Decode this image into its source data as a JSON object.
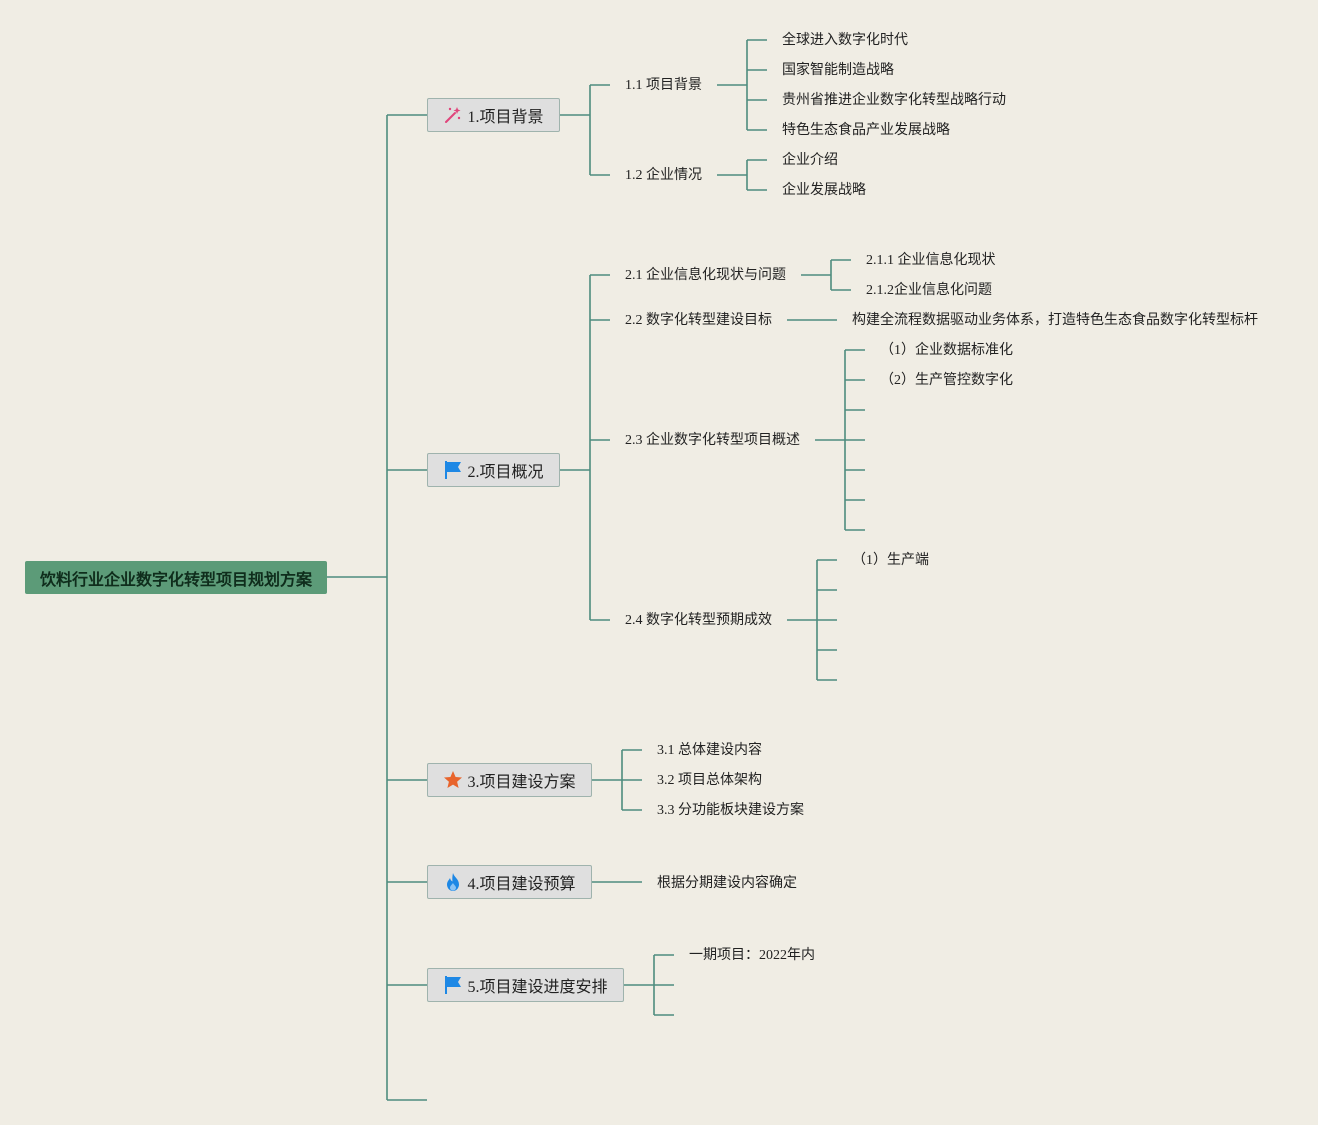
{
  "root": {
    "label": "饮料行业企业数字化转型项目规划方案"
  },
  "topics": [
    {
      "label": "1.项目背景",
      "icon": "magic-wand-icon",
      "children": [
        {
          "label": "1.1 项目背景",
          "children": [
            "全球进入数字化时代",
            "国家智能制造战略",
            "贵州省推进企业数字化转型战略行动",
            "特色生态食品产业发展战略"
          ]
        },
        {
          "label": "1.2 企业情况",
          "children": [
            "企业介绍",
            "企业发展战略"
          ]
        }
      ]
    },
    {
      "label": "2.项目概况",
      "icon": "flag-icon",
      "children": [
        {
          "label": "2.1 企业信息化现状与问题",
          "children": [
            "2.1.1 企业信息化现状",
            "2.1.2企业信息化问题"
          ]
        },
        {
          "label": "2.2 数字化转型建设目标",
          "children": [
            "构建全流程数据驱动业务体系，打造特色生态食品数字化转型标杆"
          ]
        },
        {
          "label": "2.3 企业数字化转型项目概述",
          "children": [
            "（1）企业数据标准化",
            "（2）生产管控数字化"
          ]
        },
        {
          "label": "2.4 数字化转型预期成效",
          "children": [
            "（1）生产端"
          ]
        }
      ]
    },
    {
      "label": "3.项目建设方案",
      "icon": "star-icon",
      "children": [
        "3.1 总体建设内容",
        "3.2 项目总体架构",
        "3.3 分功能板块建设方案"
      ]
    },
    {
      "label": "4.项目建设预算",
      "icon": "fire-icon",
      "children": [
        "根据分期建设内容确定"
      ]
    },
    {
      "label": "5.项目建设进度安排",
      "icon": "flag-icon",
      "children": [
        "一期项目：2022年内"
      ]
    }
  ],
  "colors": {
    "background": "#f0ede4",
    "connector": "#4e8c7e",
    "root_fill": "#5c9b78",
    "topic_fill": "#dfdfdf",
    "icon_pink": "#e0457b",
    "icon_blue": "#1e88e5",
    "icon_orange": "#e8642c"
  }
}
